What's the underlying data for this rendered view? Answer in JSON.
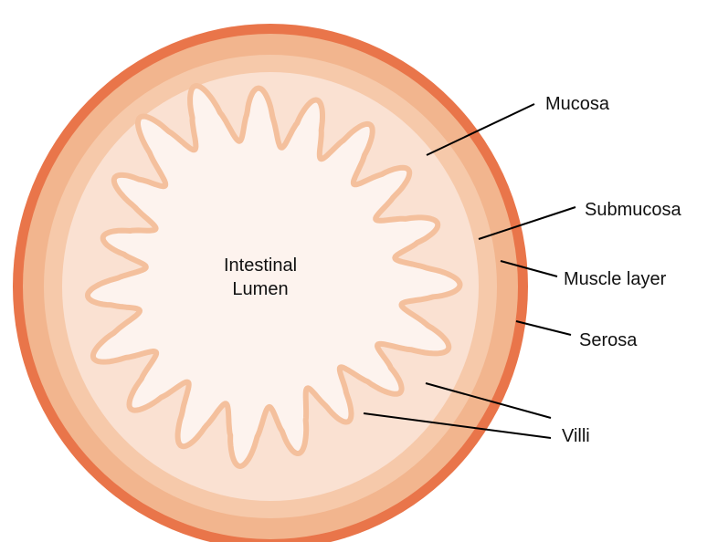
{
  "colors": {
    "serosa": "#E9754A",
    "muscle": "#F2B58E",
    "submucosa": "#F6C9AA",
    "mucosa": "#FAE1D2",
    "lumen": "#FDF3EE",
    "villi_stroke": "#F4C09D",
    "leader_line": "#000000"
  },
  "labels": {
    "lumen_line1": "Intestinal",
    "lumen_line2": "Lumen",
    "mucosa": "Mucosa",
    "submucosa": "Submucosa",
    "muscle": "Muscle layer",
    "serosa": "Serosa",
    "villi": "Villi"
  }
}
